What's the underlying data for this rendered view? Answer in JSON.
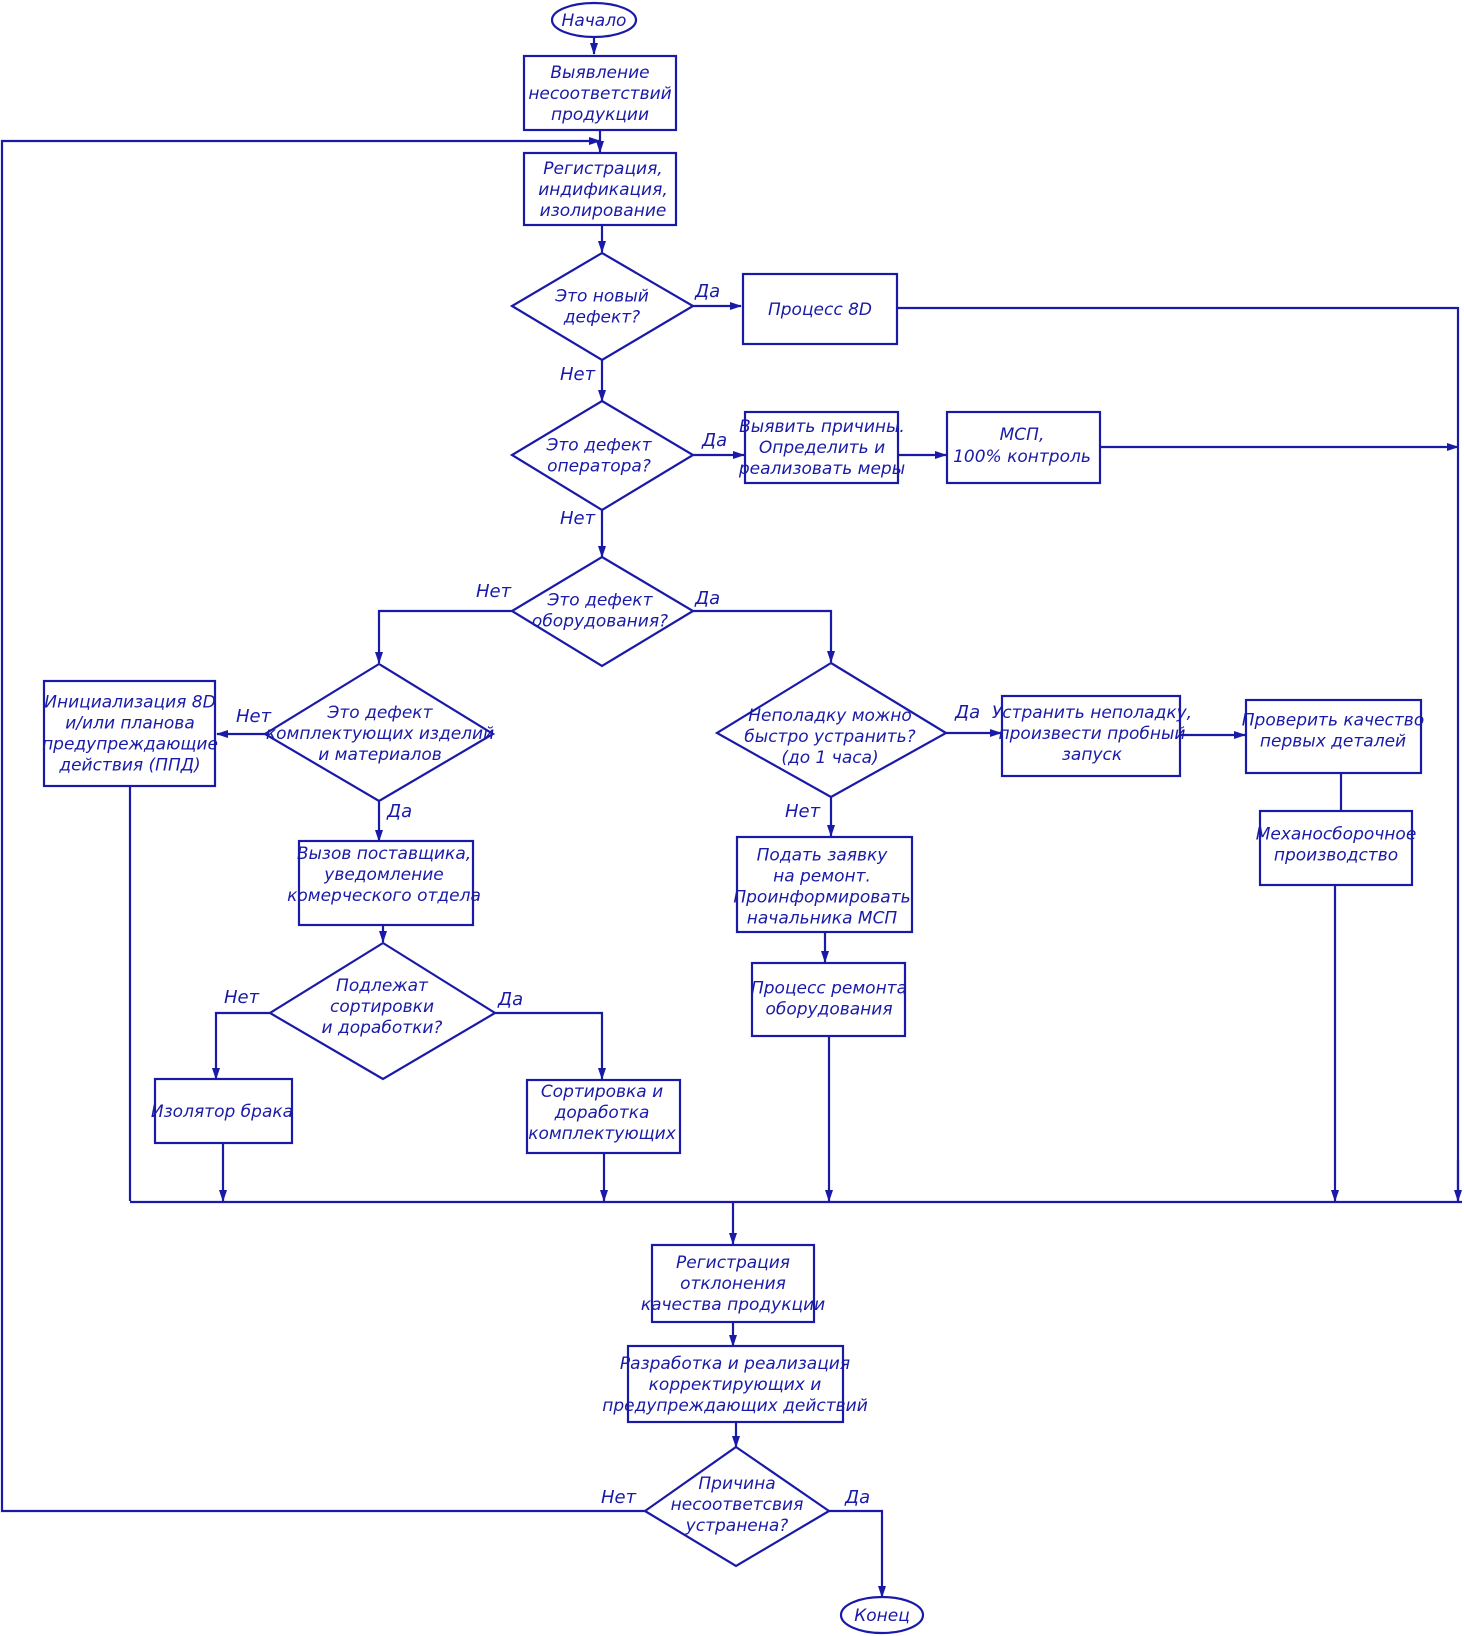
{
  "colors": {
    "stroke": "#1a1aa8",
    "background": "#ffffff"
  },
  "nodes": {
    "start": [
      "Начало"
    ],
    "detect": [
      "Выявление",
      "несоответствий",
      "продукции"
    ],
    "register": [
      "Регистрация,",
      "индификация,",
      "изолирование"
    ],
    "q_new": [
      "Это новый",
      "дефект?"
    ],
    "proc8d": [
      "Процесс 8D"
    ],
    "q_operator": [
      "Это дефект",
      "оператора?"
    ],
    "causes": [
      "Выявить причины.",
      "Определить и",
      "реализовать меры"
    ],
    "msp": [
      "МСП,",
      "100% контроль"
    ],
    "q_equipment": [
      "Это дефект",
      "оборудования?"
    ],
    "q_components": [
      "Это дефект",
      "комплектующих изделий",
      "и материалов"
    ],
    "init8d": [
      "Инициализация 8D",
      "и/или планова",
      "предупреждающие",
      "действия (ППД)"
    ],
    "q_quickfix": [
      "Неполадку можно",
      "быстро устранить?",
      "(до 1 часа)"
    ],
    "fix": [
      "Устранить неполадку,",
      "произвести пробный",
      "запуск"
    ],
    "check": [
      "Проверить качество",
      "первых деталей"
    ],
    "mech": [
      "Механосборочное",
      "производство"
    ],
    "supplier": [
      "Вызов поставщика,",
      "уведомление",
      "комерческого отдела"
    ],
    "repair_req": [
      "Подать заявку",
      "на ремонт.",
      "Проинформировать",
      "начальника МСП"
    ],
    "repair_proc": [
      "Процесс  ремонта",
      "оборудования"
    ],
    "q_sort": [
      "Подлежат",
      "сортировки",
      "и доработки?"
    ],
    "isolator": [
      "Изолятор брака"
    ],
    "sorting": [
      "Сортировка и",
      "доработка",
      "комплектующих"
    ],
    "reg_dev": [
      "Регистрация",
      "отклонения",
      "качества продукции"
    ],
    "cpa": [
      "Разработка и реализация",
      "корректирующих и",
      "предупреждающих действий"
    ],
    "q_fixed": [
      "Причина",
      "несоответсвия",
      "устранена?"
    ],
    "end": [
      "Конец"
    ]
  },
  "edge_labels": {
    "new_yes": "Да",
    "new_no": "Нет",
    "operator_yes": "Да",
    "operator_no": "Нет",
    "equipment_no": "Нет",
    "equipment_yes": "Да",
    "components_no": "Нет",
    "components_yes": "Да",
    "quickfix_yes": "Да",
    "quickfix_no": "Нет",
    "sort_no": "Нет",
    "sort_yes": "Да",
    "fixed_no": "Нет",
    "fixed_yes": "Да"
  }
}
